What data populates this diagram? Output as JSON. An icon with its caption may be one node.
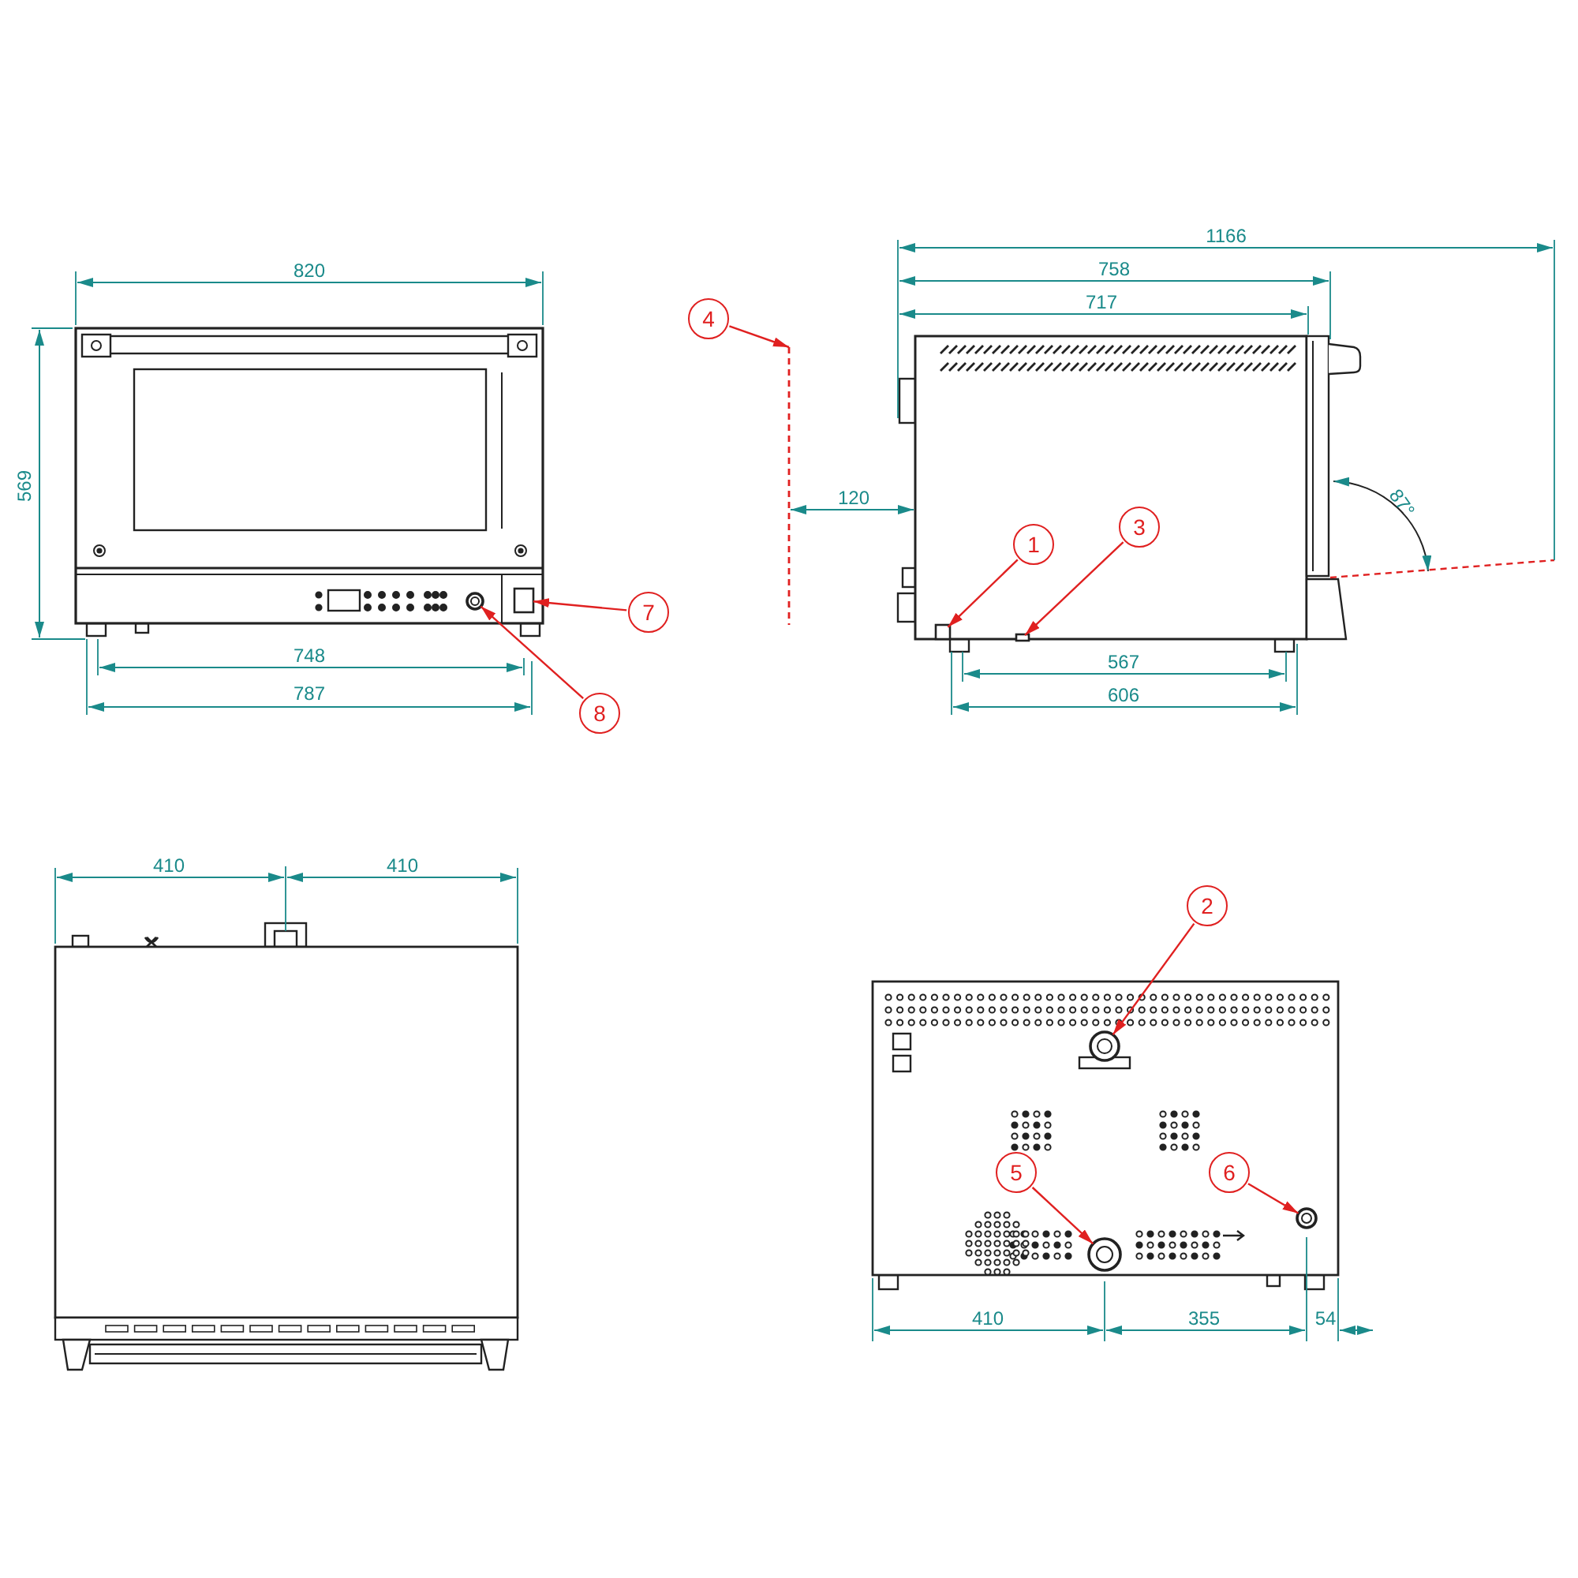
{
  "diagram": {
    "nodes": [
      {
        "text": [
          "4"
        ]
      },
      {
        "text": [
          "3"
        ]
      },
      {
        "text": [
          "1"
        ]
      },
      {
        "text": [
          "7"
        ]
      },
      {
        "text": [
          "8"
        ]
      },
      {
        "text": [
          "2"
        ]
      },
      {
        "text": [
          "5"
        ]
      },
      {
        "text": [
          "6"
        ]
      },
      {
        "text": [],
        "shape": "bar"
      },
      {
        "text": [],
        "shape": "box"
      },
      {
        "text": [],
        "shape": "box"
      },
      {
        "text": [],
        "shape": "box"
      },
      {
        "text": [],
        "shape": "circle"
      },
      {
        "text": [],
        "shape": "circle"
      },
      {
        "text": [],
        "shape": "circle"
      },
      {
        "text": [],
        "shape": "circle"
      }
    ],
    "edges": [
      {
        "from": 0,
        "to": 8,
        "arrow": "to"
      },
      {
        "from": 1,
        "to": 9,
        "arrow": "to"
      },
      {
        "from": 2,
        "to": 10,
        "arrow": "to"
      },
      {
        "from": 3,
        "to": 11,
        "arrow": "to"
      },
      {
        "from": 4,
        "to": 12,
        "arrow": "to"
      },
      {
        "from": 5,
        "to": 13,
        "arrow": "to"
      },
      {
        "from": 6,
        "to": 14,
        "arrow": "to"
      },
      {
        "from": 7,
        "to": 15,
        "arrow": "to"
      }
    ],
    "labels": [
      "1166",
      "820",
      "758",
      "717",
      "569",
      "120",
      "87°",
      "748",
      "567",
      "787",
      "606",
      "410",
      "410",
      "410",
      "355",
      "54"
    ]
  }
}
